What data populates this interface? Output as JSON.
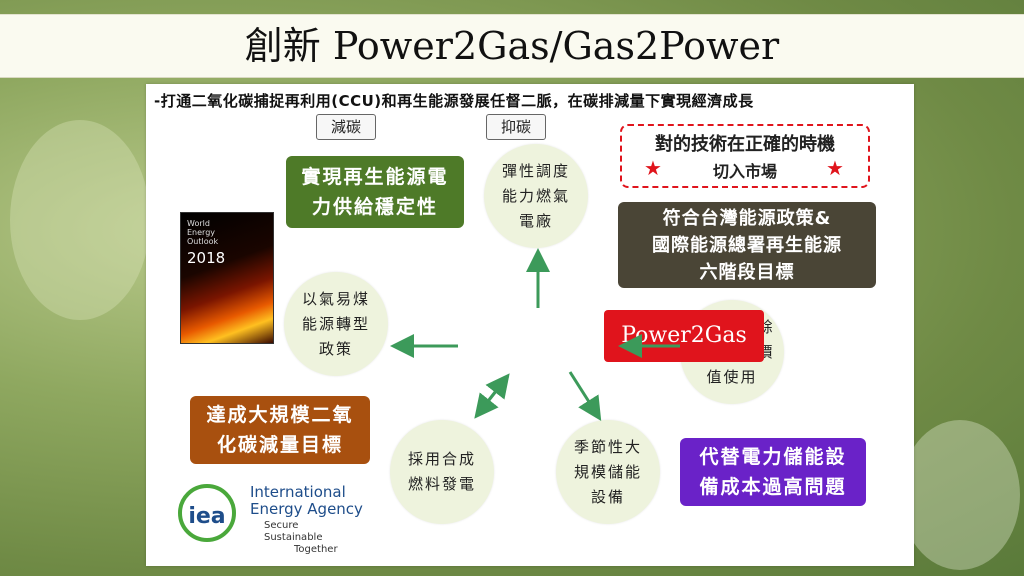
{
  "title": "創新  Power2Gas/Gas2Power",
  "subtitle": "-打通二氧化碳捕捉再利用(CCU)和再生能源發展任督二脈，在碳排減量下實現經濟成長",
  "tags": {
    "left": "減碳",
    "right": "抑碳"
  },
  "center_node": "Power2Gas",
  "boxes": {
    "green_line1": "實現再生能源電",
    "green_line2": "力供給穩定性",
    "dark_line1": "符合台灣能源政策&",
    "dark_line2": "國際能源總署再生能源",
    "dark_line3": "六階段目標",
    "brown_line1": "達成大規模二氧",
    "brown_line2": "化碳減量目標",
    "purple_line1": "代替電力儲能設",
    "purple_line2": "備成本過高問題"
  },
  "timing": {
    "line1": "對的技術在正確的時機",
    "line2": "切入市場"
  },
  "circles": {
    "top": [
      "彈性調度",
      "能力燃氣",
      "電廠"
    ],
    "left": [
      "以氣易煤",
      "能源轉型",
      "政策"
    ],
    "right": [
      "再生能源餘",
      "電高附加價",
      "值使用"
    ],
    "bottom_left": [
      "採用合成",
      "燃料發電"
    ],
    "bottom_right": [
      "季節性大",
      "規模儲能",
      "設備"
    ]
  },
  "book": {
    "text": "World Energy Outlook",
    "year": "2018"
  },
  "iea": {
    "mark": "iea",
    "name_line1": "International",
    "name_line2": "Energy Agency",
    "tag1": "Secure",
    "tag2": "Sustainable",
    "tag3": "Together"
  },
  "colors": {
    "green": "#4e7a28",
    "dark": "#4a4536",
    "brown": "#a8500f",
    "purple": "#6a22c8",
    "red": "#e0141c",
    "arrow": "#3c9a5a"
  }
}
